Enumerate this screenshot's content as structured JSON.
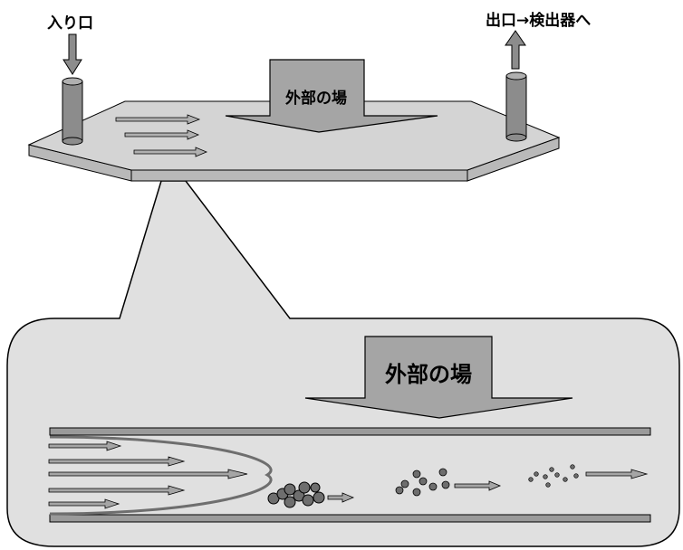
{
  "labels": {
    "inlet": "入り口",
    "outlet": "出口→検出器へ",
    "field_top": "外部の場",
    "field_zoom": "外部の場"
  },
  "colors": {
    "background": "#ffffff",
    "plate_top": "#d4d4d4",
    "plate_side": "#b9b9b9",
    "zoom_fill": "#e0e0e0",
    "wall": "#9a9a9a",
    "arrow_fill": "#9a9a9a",
    "particle": "#6e6e6e",
    "profile_curve": "#6e6e6e",
    "stroke": "#000000"
  },
  "icons": {
    "inlet_arrow": "arrow-down-icon",
    "outlet_arrow": "arrow-up-icon",
    "field_arrow": "arrow-down-icon"
  }
}
